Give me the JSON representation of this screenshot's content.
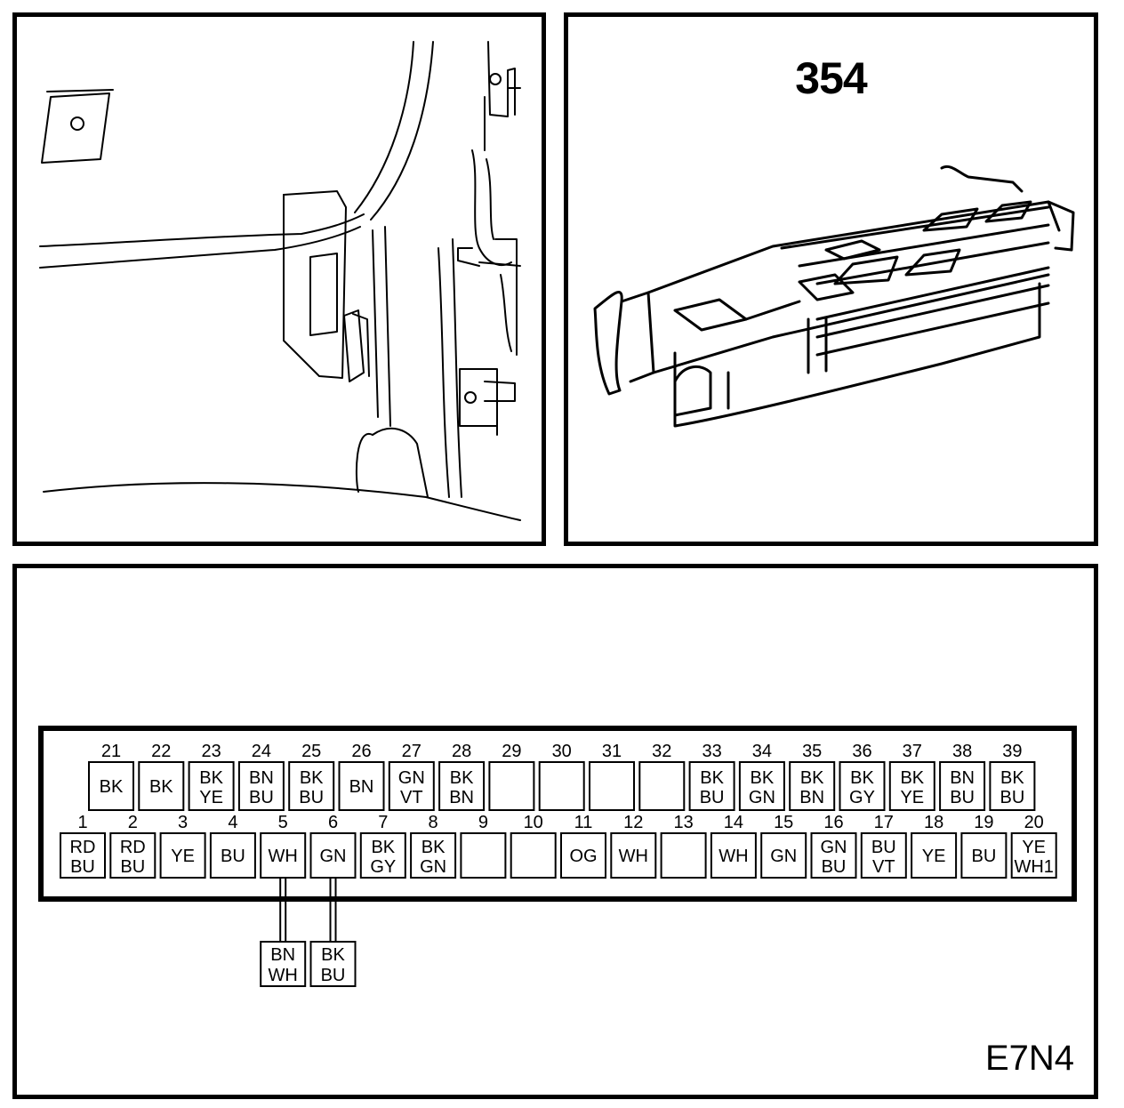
{
  "figure_number": "354",
  "diagram_code": "E7N4",
  "top_row_pins": [
    {
      "num": "21",
      "color": [
        "BK"
      ]
    },
    {
      "num": "22",
      "color": [
        "BK"
      ]
    },
    {
      "num": "23",
      "color": [
        "BK",
        "YE"
      ]
    },
    {
      "num": "24",
      "color": [
        "BN",
        "BU"
      ]
    },
    {
      "num": "25",
      "color": [
        "BK",
        "BU"
      ]
    },
    {
      "num": "26",
      "color": [
        "BN"
      ]
    },
    {
      "num": "27",
      "color": [
        "GN",
        "VT"
      ]
    },
    {
      "num": "28",
      "color": [
        "BK",
        "BN"
      ]
    },
    {
      "num": "29",
      "color": []
    },
    {
      "num": "30",
      "color": []
    },
    {
      "num": "31",
      "color": []
    },
    {
      "num": "32",
      "color": []
    },
    {
      "num": "33",
      "color": [
        "BK",
        "BU"
      ]
    },
    {
      "num": "34",
      "color": [
        "BK",
        "GN"
      ]
    },
    {
      "num": "35",
      "color": [
        "BK",
        "BN"
      ]
    },
    {
      "num": "36",
      "color": [
        "BK",
        "GY"
      ]
    },
    {
      "num": "37",
      "color": [
        "BK",
        "YE"
      ]
    },
    {
      "num": "38",
      "color": [
        "BN",
        "BU"
      ]
    },
    {
      "num": "39",
      "color": [
        "BK",
        "BU"
      ]
    }
  ],
  "bottom_row_pins": [
    {
      "num": "1",
      "color": [
        "RD",
        "BU"
      ]
    },
    {
      "num": "2",
      "color": [
        "RD",
        "BU"
      ]
    },
    {
      "num": "3",
      "color": [
        "YE"
      ]
    },
    {
      "num": "4",
      "color": [
        "BU"
      ]
    },
    {
      "num": "5",
      "color": [
        "WH"
      ]
    },
    {
      "num": "6",
      "color": [
        "GN"
      ]
    },
    {
      "num": "7",
      "color": [
        "BK",
        "GY"
      ]
    },
    {
      "num": "8",
      "color": [
        "BK",
        "GN"
      ]
    },
    {
      "num": "9",
      "color": []
    },
    {
      "num": "10",
      "color": []
    },
    {
      "num": "11",
      "color": [
        "OG"
      ]
    },
    {
      "num": "12",
      "color": [
        "WH"
      ]
    },
    {
      "num": "13",
      "color": []
    },
    {
      "num": "14",
      "color": [
        "WH"
      ]
    },
    {
      "num": "15",
      "color": [
        "GN"
      ]
    },
    {
      "num": "16",
      "color": [
        "GN",
        "BU"
      ]
    },
    {
      "num": "17",
      "color": [
        "BU",
        "VT"
      ]
    },
    {
      "num": "18",
      "color": [
        "YE"
      ]
    },
    {
      "num": "19",
      "color": [
        "BU"
      ]
    },
    {
      "num": "20",
      "color": [
        "YE",
        "WH1"
      ]
    }
  ],
  "splices": [
    {
      "from_pin": "5",
      "color": [
        "BN",
        "WH"
      ]
    },
    {
      "from_pin": "6",
      "color": [
        "BK",
        "BU"
      ]
    }
  ]
}
